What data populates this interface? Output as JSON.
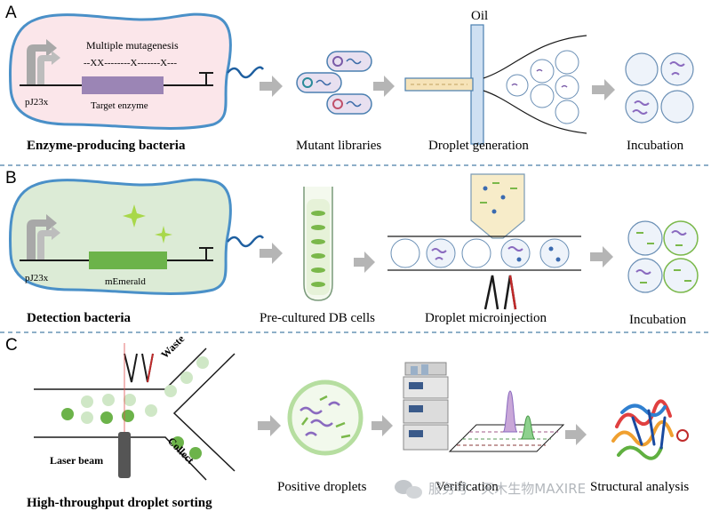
{
  "panels": {
    "a": {
      "letter": "A",
      "plasmid": {
        "promoter": "pJ23x",
        "mutagenesis_title": "Multiple mutagenesis",
        "mutation_marks": "--XX--------X-------X---",
        "gene": "Target enzyme"
      },
      "caption_bacteria": "Enzyme-producing bacteria",
      "caption_libraries": "Mutant libraries",
      "oil_label": "Oil",
      "caption_droplet_generation": "Droplet generation",
      "caption_incubation": "Incubation"
    },
    "b": {
      "letter": "B",
      "plasmid": {
        "promoter": "pJ23x",
        "gene": "mEmerald"
      },
      "caption_bacteria": "Detection bacteria",
      "caption_cells": "Pre-cultured DB cells",
      "caption_microinjection": "Droplet microinjection",
      "caption_incubation": "Incubation"
    },
    "c": {
      "letter": "C",
      "waste_label": "Waste",
      "collect_label": "Collect",
      "laser_label": "Laser beam",
      "caption_sorting": "High-throughput droplet sorting",
      "caption_positive": "Positive droplets",
      "caption_verification": "Verification",
      "caption_structural": "Structural analysis"
    }
  },
  "watermark": "服务号 · 天木生物MAXIRE",
  "colors": {
    "cell_fill_a": "#fbe6ea",
    "cell_fill_b": "#dcebd6",
    "cell_stroke": "#4a90c8",
    "target_gene": "#9b85b5",
    "memerald_gene": "#6cb34a",
    "arrow": "#b5b5b5",
    "droplet_stroke": "#6a8fb5",
    "separator": "#4a7fa8"
  }
}
